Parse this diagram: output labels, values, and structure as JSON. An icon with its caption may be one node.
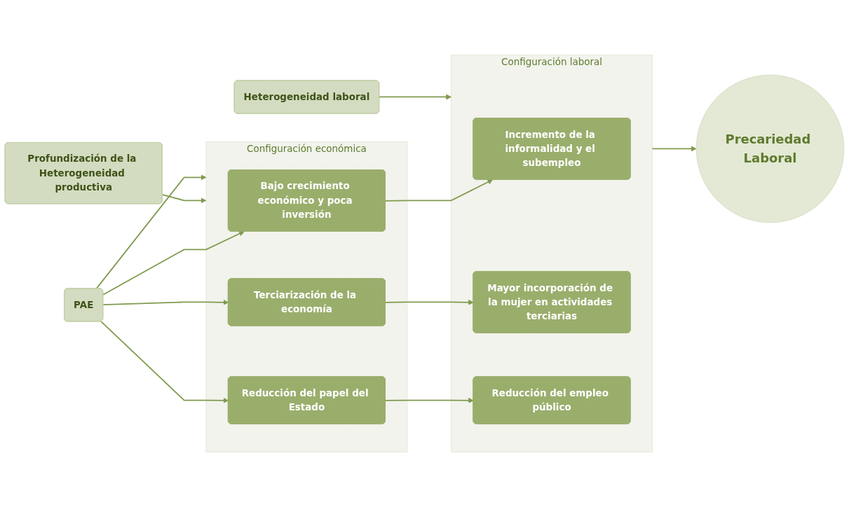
{
  "diagram": {
    "nodes": [
      {
        "text": [
          "Profundización de la Heterogeneidad productiva"
        ]
      },
      {
        "text": [
          "PAE"
        ]
      },
      {
        "text": [
          "Configuración económica"
        ]
      },
      {
        "text": [
          "Bajo crecimiento económico y poca inversión"
        ],
        "in": 2
      },
      {
        "text": [
          "Terciarización de la economía"
        ],
        "in": 2
      },
      {
        "text": [
          "Reducción del papel del Estado"
        ],
        "in": 2
      },
      {
        "text": [
          "Configuración laboral"
        ]
      },
      {
        "text": [
          "Incremento de la informalidad y el subempleo"
        ],
        "in": 6
      },
      {
        "text": [
          "Mayor incorporación de la mujer en actividades terciarias"
        ],
        "in": 6
      },
      {
        "text": [
          "Reducción del empleo público"
        ],
        "in": 6
      },
      {
        "text": [
          "Precariedad Laboral"
        ]
      },
      {
        "text": [
          "Heterogeneidad laboral"
        ]
      }
    ],
    "edges": [
      {
        "from": 0,
        "to": 2,
        "arrow": "to"
      },
      {
        "from": 1,
        "to": 2,
        "arrow": "to"
      },
      {
        "from": 1,
        "to": 3,
        "arrow": "to"
      },
      {
        "from": 1,
        "to": 4,
        "arrow": "to"
      },
      {
        "from": 1,
        "to": 5,
        "arrow": "to"
      },
      {
        "from": 3,
        "to": 7,
        "arrow": "to"
      },
      {
        "from": 4,
        "to": 8,
        "arrow": "to"
      },
      {
        "from": 5,
        "to": 9,
        "arrow": "to"
      },
      {
        "from": 6,
        "to": 10,
        "arrow": "to"
      },
      {
        "from": 11,
        "to": 6,
        "arrow": "to"
      }
    ]
  }
}
